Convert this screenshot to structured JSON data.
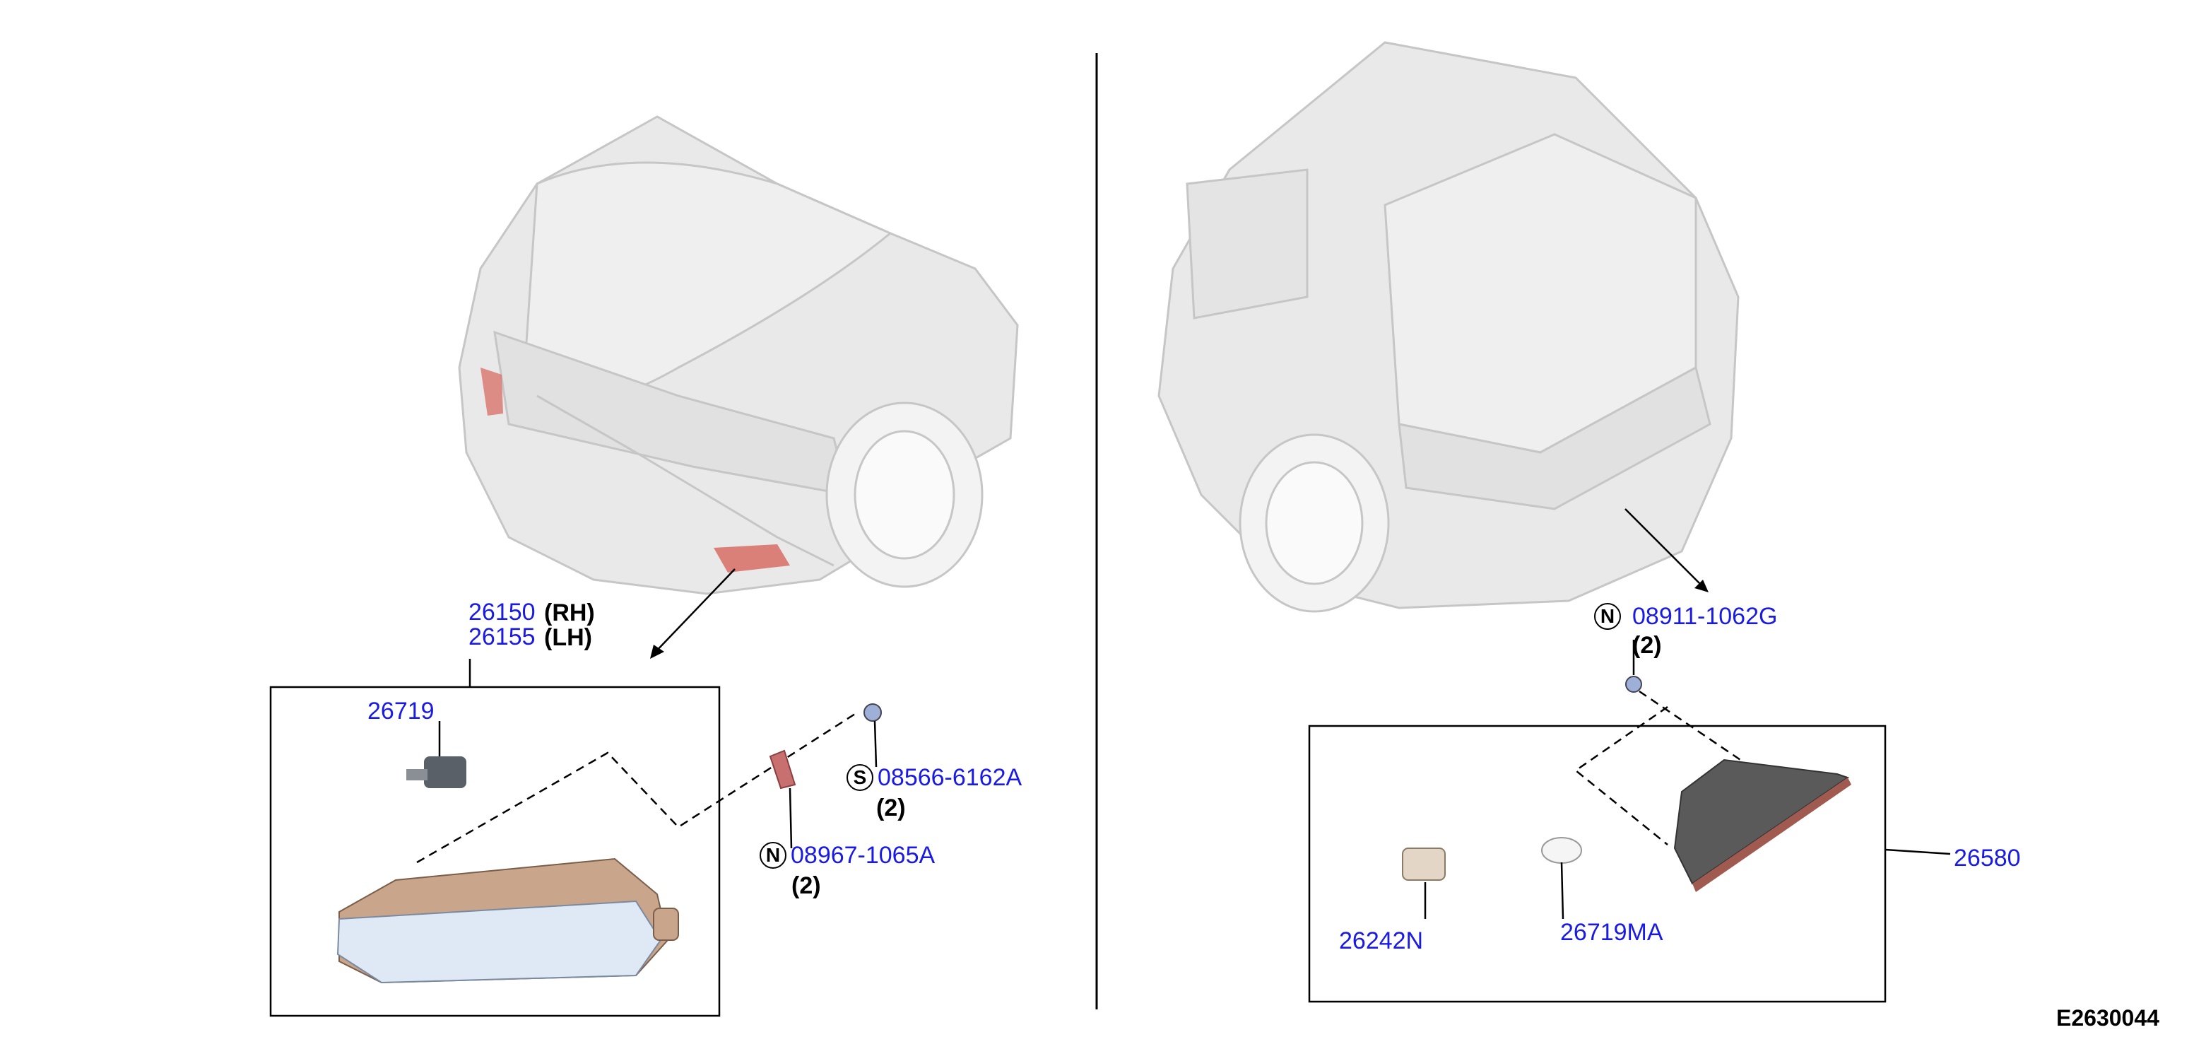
{
  "labels": {
    "p26150": "26150",
    "rh": "(RH)",
    "p26155": "26155",
    "lh": "(LH)",
    "p26719": "26719",
    "p08566": "08566-6162A",
    "qty_s": "(2)",
    "p08967": "08967-1065A",
    "qty_n_left": "(2)",
    "p08911": "08911-1062G",
    "qty_n_right": "(2)",
    "p26580": "26580",
    "p26242N": "26242N",
    "p26719MA": "26719MA"
  },
  "symbols": {
    "n": "N",
    "s": "S"
  },
  "diagram_code": "E2630044",
  "colors": {
    "part_number": "#1a1ae6",
    "line": "#000000",
    "car_body": "#d9d9d9",
    "highlight": "#d8746b"
  }
}
